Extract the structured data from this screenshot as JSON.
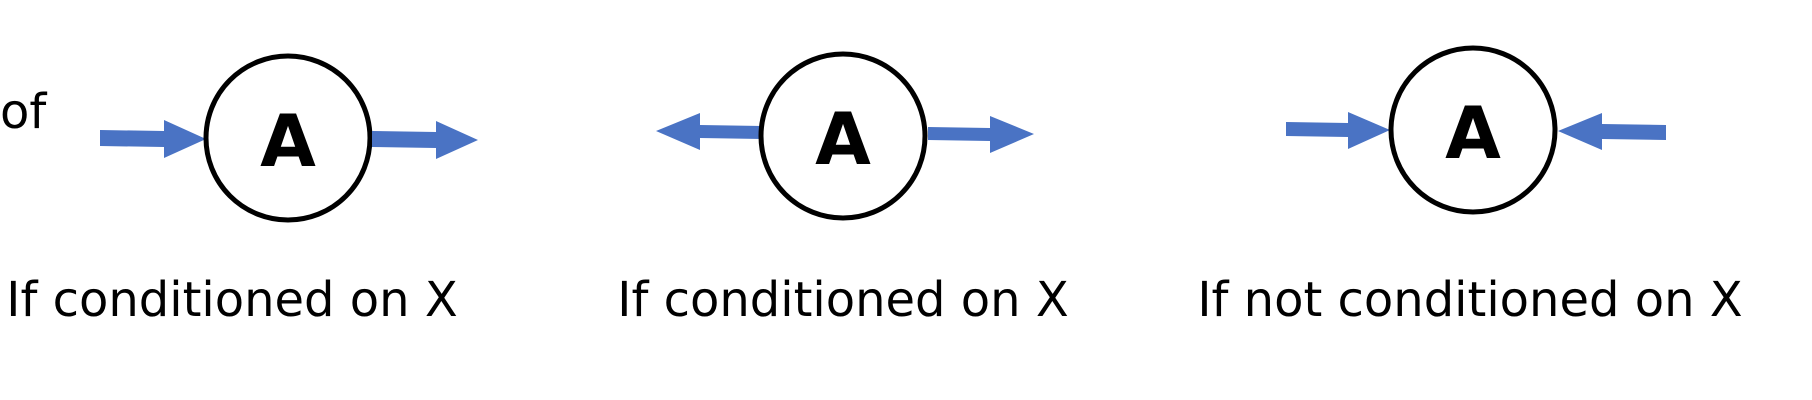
{
  "fragment_text": "of",
  "panels": [
    {
      "node_label": "A",
      "caption": "If conditioned on X"
    },
    {
      "node_label": "A",
      "caption": "If conditioned on X"
    },
    {
      "node_label": "A",
      "caption": "If not conditioned on X"
    }
  ],
  "colors": {
    "arrow": "#4a73c4",
    "node_stroke": "#000000",
    "text": "#000000",
    "background": "#ffffff"
  }
}
